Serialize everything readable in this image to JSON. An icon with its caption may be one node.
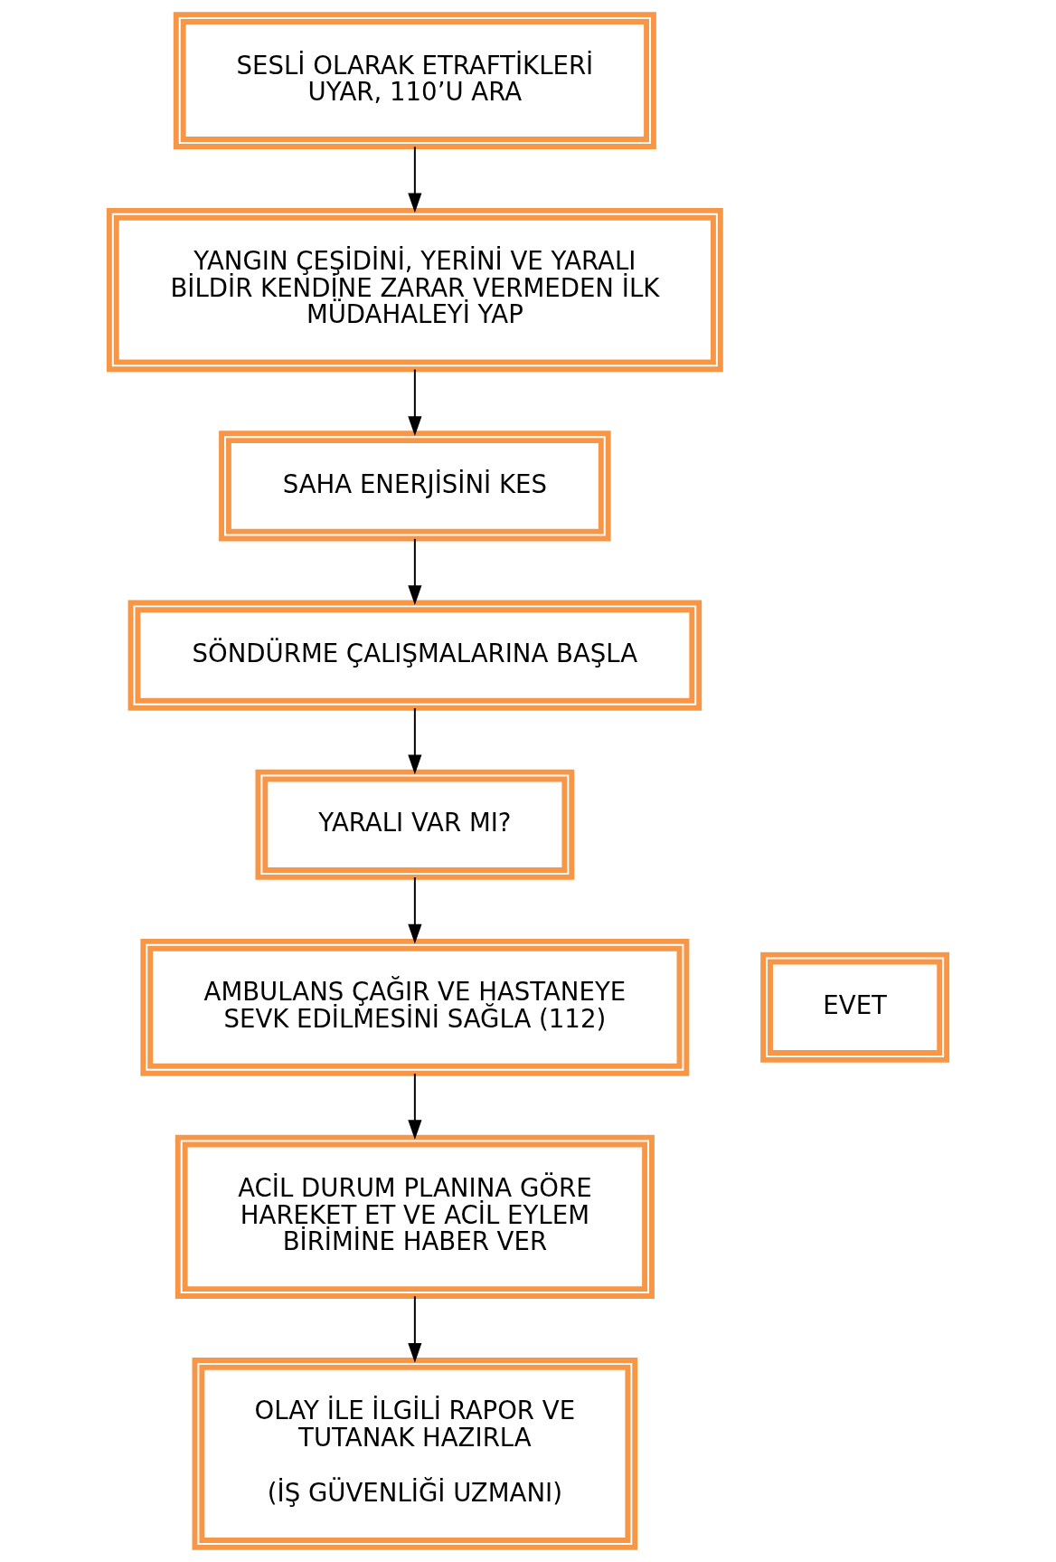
{
  "diagram": {
    "nodes": [
      {
        "text": [
          "SESLİ OLARAK ETRAFTİKLERİ UYAR, 110’U ARA"
        ]
      },
      {
        "text": [
          "YANGIN ÇEŞİDİNİ, YERİNİ VE YARALI BİLDİR KENDİNE ZARAR VERMEDEN İLK MÜDAHALEYİ YAP"
        ]
      },
      {
        "text": [
          "SAHA ENERJİSİNİ KES"
        ]
      },
      {
        "text": [
          "SÖNDÜRME ÇALIŞMALARINA BAŞLA"
        ]
      },
      {
        "text": [
          "YARALI VAR MI?"
        ]
      },
      {
        "text": [
          "EVET"
        ]
      },
      {
        "text": [
          "AMBULANS ÇAĞIR VE HASTANEYE SEVK EDİLMESİNİ SAĞLA (112)"
        ]
      },
      {
        "text": [
          "ACİL DURUM PLANINA GÖRE HAREKET ET VE ACİL EYLEM BİRİMİNE HABER VER"
        ]
      },
      {
        "text": [
          "OLAY İLE İLGİLİ RAPOR VE TUTANAK HAZIRLA",
          "(İŞ GÜVENLİĞİ UZMANI)"
        ]
      }
    ],
    "edges": [
      {
        "from": 0,
        "to": 1,
        "arrow": "to"
      },
      {
        "from": 1,
        "to": 2,
        "arrow": "to"
      },
      {
        "from": 2,
        "to": 3,
        "arrow": "to"
      },
      {
        "from": 3,
        "to": 4,
        "arrow": "to"
      },
      {
        "from": 4,
        "to": 6,
        "arrow": "to"
      },
      {
        "from": 6,
        "to": 7,
        "arrow": "to"
      },
      {
        "from": 7,
        "to": 8,
        "arrow": "to"
      }
    ]
  }
}
